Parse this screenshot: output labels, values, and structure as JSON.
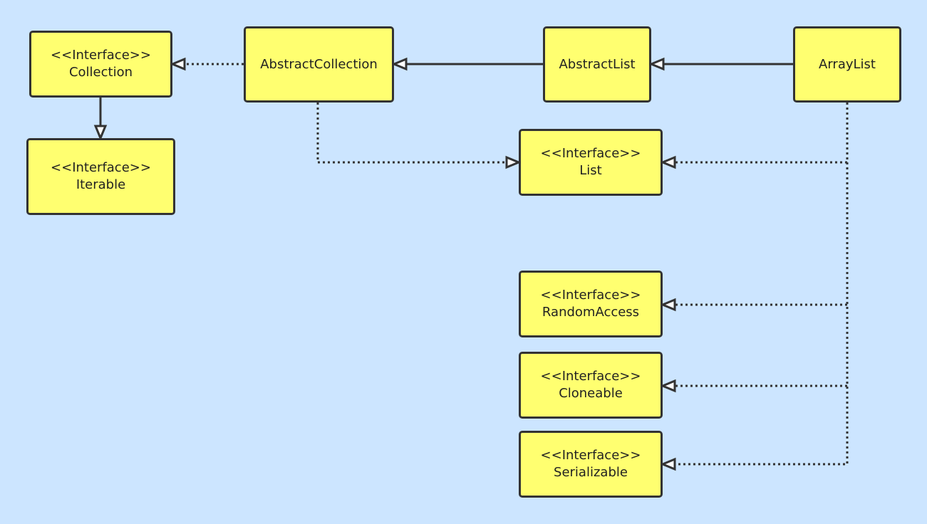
{
  "colors": {
    "background": "#cce5ff",
    "node_fill": "#ffff70",
    "node_border": "#333333",
    "edge": "#333333",
    "text": "#222222"
  },
  "nodes": {
    "collection": {
      "stereotype": "<<Interface>>",
      "name": "Collection"
    },
    "iterable": {
      "stereotype": "<<Interface>>",
      "name": "Iterable"
    },
    "abstract_collection": {
      "name": "AbstractCollection"
    },
    "abstract_list": {
      "name": "AbstractList"
    },
    "array_list": {
      "name": "ArrayList"
    },
    "list": {
      "stereotype": "<<Interface>>",
      "name": "List"
    },
    "random_access": {
      "stereotype": "<<Interface>>",
      "name": "RandomAccess"
    },
    "cloneable": {
      "stereotype": "<<Interface>>",
      "name": "Cloneable"
    },
    "serializable": {
      "stereotype": "<<Interface>>",
      "name": "Serializable"
    }
  },
  "edges": [
    {
      "from": "abstract_collection",
      "to": "collection",
      "kind": "realization"
    },
    {
      "from": "abstract_list",
      "to": "abstract_collection",
      "kind": "generalization"
    },
    {
      "from": "array_list",
      "to": "abstract_list",
      "kind": "generalization"
    },
    {
      "from": "collection",
      "to": "iterable",
      "kind": "generalization"
    },
    {
      "from": "abstract_collection",
      "to": "list",
      "kind": "realization"
    },
    {
      "from": "array_list",
      "to": "list",
      "kind": "realization"
    },
    {
      "from": "array_list",
      "to": "random_access",
      "kind": "realization"
    },
    {
      "from": "array_list",
      "to": "cloneable",
      "kind": "realization"
    },
    {
      "from": "array_list",
      "to": "serializable",
      "kind": "realization"
    }
  ]
}
